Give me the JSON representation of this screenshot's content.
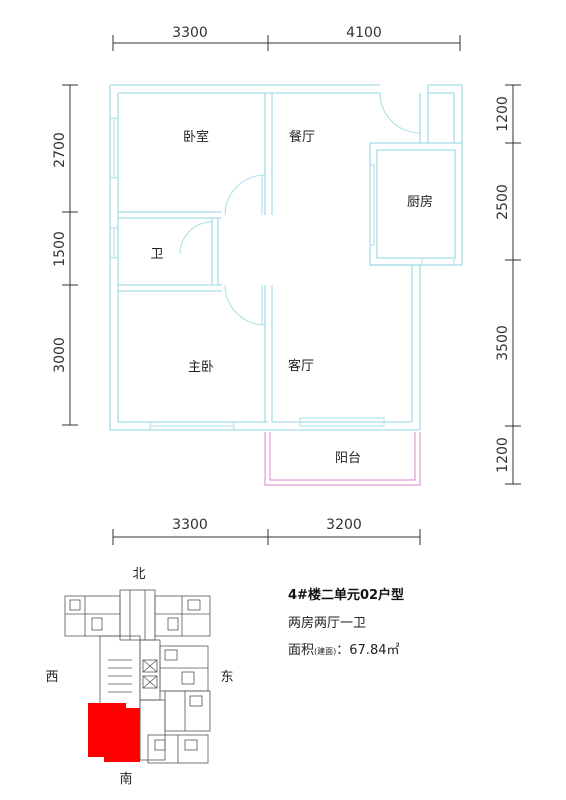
{
  "dimensions": {
    "top": [
      "3300",
      "4100"
    ],
    "bottom": [
      "3300",
      "3200"
    ],
    "left": [
      "2700",
      "1500",
      "3000"
    ],
    "right": [
      "1200",
      "2500",
      "3500",
      "1200"
    ]
  },
  "rooms": {
    "bedroom": "卧室",
    "dining": "餐厅",
    "kitchen": "厨房",
    "bathroom": "卫",
    "master_bedroom": "主卧",
    "living": "客厅",
    "balcony": "阳台"
  },
  "compass": {
    "north": "北",
    "south": "南",
    "east": "东",
    "west": "西"
  },
  "info": {
    "title": "4#楼二单元02户型",
    "subtitle": "两房两厅一卫",
    "area_label": "面积",
    "area_note": "(建面)",
    "area_value": "：67.84㎡"
  },
  "colors": {
    "wall": "#a8dde6",
    "balcony_wall": "#e59ad0",
    "dimension_line": "#333333",
    "highlight_unit": "#ff0000"
  }
}
